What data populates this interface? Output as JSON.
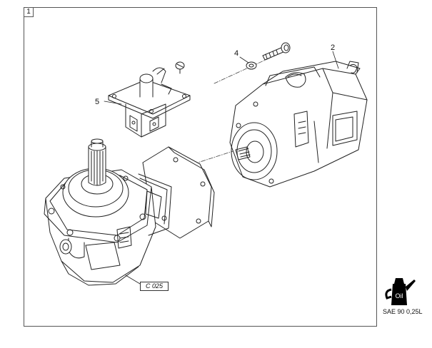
{
  "frame": {
    "number": "1"
  },
  "callouts": {
    "pump": "2",
    "washer": "4",
    "bracket": "5"
  },
  "reference": {
    "code": "C 025"
  },
  "lubricant": {
    "icon": "oil-can-icon",
    "icon_text": "Oil",
    "spec": "SAE 90 0,25L"
  }
}
